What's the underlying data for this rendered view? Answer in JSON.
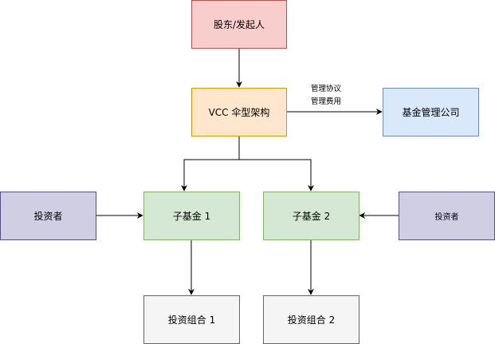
{
  "nodes": {
    "shareholders": {
      "label": "股东/发起人",
      "fill": "#f8cecc",
      "stroke": "#b85450"
    },
    "vcc": {
      "label": "VCC 伞型架构",
      "fill": "#ffe6cc",
      "stroke": "#d79b00"
    },
    "fund_manager": {
      "label": "基金管理公司",
      "fill": "#dae8fc",
      "stroke": "#6c8ebf"
    },
    "investor_left": {
      "label": "投资者",
      "fill": "#d0cee2",
      "stroke": "#56517e"
    },
    "sub_fund_1": {
      "label": "子基金 1",
      "fill": "#d5e8d4",
      "stroke": "#82b366"
    },
    "sub_fund_2": {
      "label": "子基金 2",
      "fill": "#d5e8d4",
      "stroke": "#82b366"
    },
    "investor_right": {
      "label": "投资者",
      "fill": "#d0cee2",
      "stroke": "#56517e"
    },
    "portfolio_1": {
      "label": "投资组合 1",
      "fill": "#f5f5f5",
      "stroke": "#666666"
    },
    "portfolio_2": {
      "label": "投资组合 2",
      "fill": "#f5f5f5",
      "stroke": "#666666"
    }
  },
  "edge_labels": {
    "management_agreement": "管理协议",
    "management_fee": "管理费用"
  }
}
